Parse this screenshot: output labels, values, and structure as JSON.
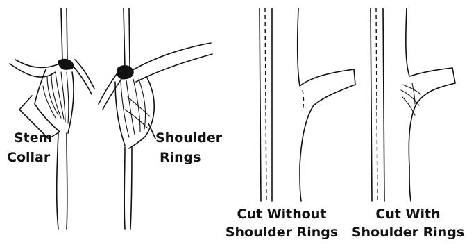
{
  "labels": {
    "stem_line1": "Stem",
    "stem_line2": "Collar",
    "shoulder_line1": "Shoulder",
    "shoulder_line2": "Rings",
    "cut_without_line1": "Cut Without",
    "cut_without_line2": "Shoulder Rings",
    "cut_with_line1": "Cut With",
    "cut_with_line2": "Shoulder Rings"
  }
}
